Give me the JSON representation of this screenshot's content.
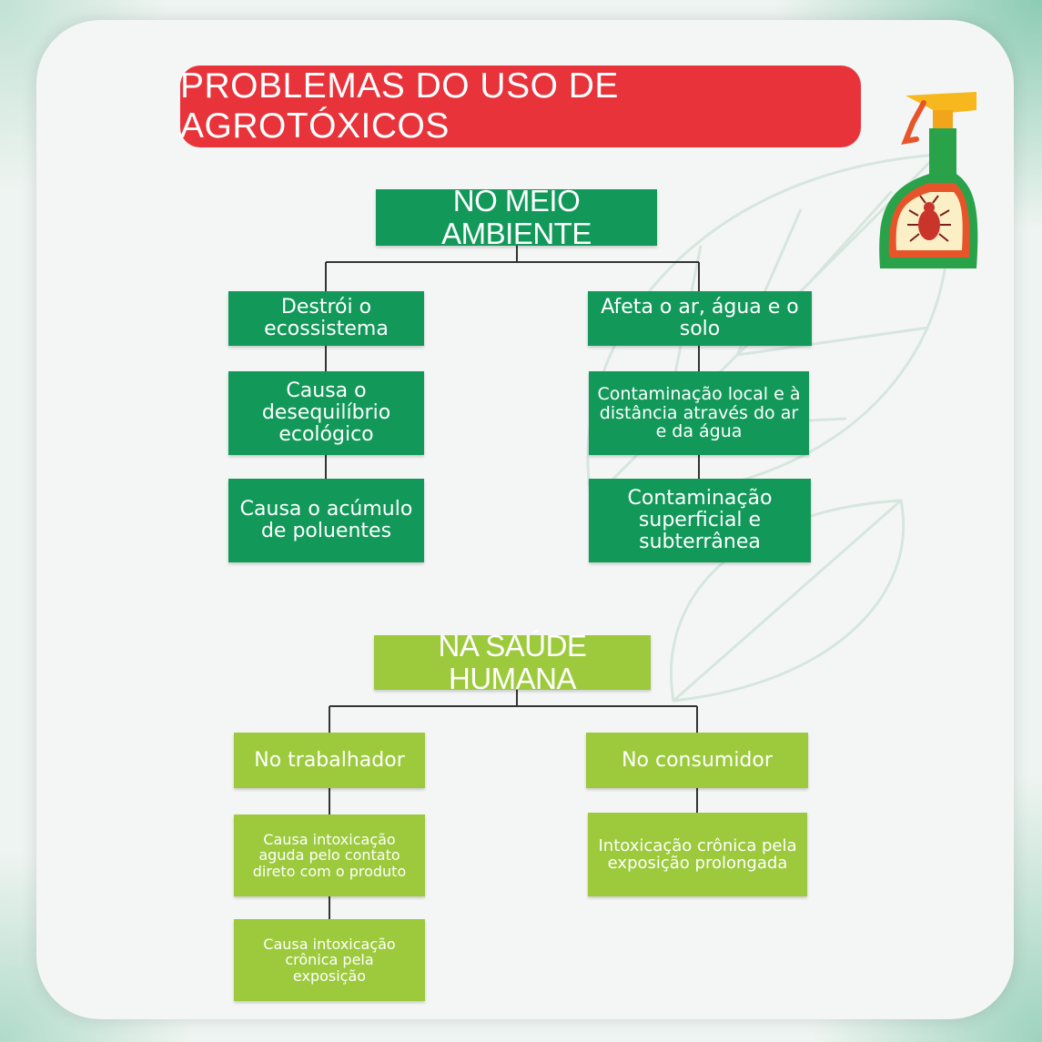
{
  "title": "PROBLEMAS DO USO DE AGROTÓXICOS",
  "colors": {
    "title_bg": "#e8333b",
    "env_green": "#12995a",
    "health_green": "#9cca3c",
    "connector": "#333333"
  },
  "icon": "pesticide-spray-bottle-icon",
  "environment": {
    "heading": "NO MEIO AMBIENTE",
    "left": [
      "Destrói o ecossistema",
      "Causa o desequilíbrio ecológico",
      "Causa o acúmulo de poluentes"
    ],
    "right": [
      "Afeta o ar, água e o  solo",
      "Contaminação local e à distância através do ar e da água",
      "Contaminação superficial e subterrânea"
    ]
  },
  "health": {
    "heading": "NA SAÚDE HUMANA",
    "worker": {
      "label": "No trabalhador",
      "items": [
        "Causa intoxicação aguda pelo contato direto com o produto",
        "Causa intoxicação crônica pela exposição"
      ]
    },
    "consumer": {
      "label": "No consumidor",
      "items": [
        "Intoxicação crônica pela exposição prolongada"
      ]
    }
  }
}
